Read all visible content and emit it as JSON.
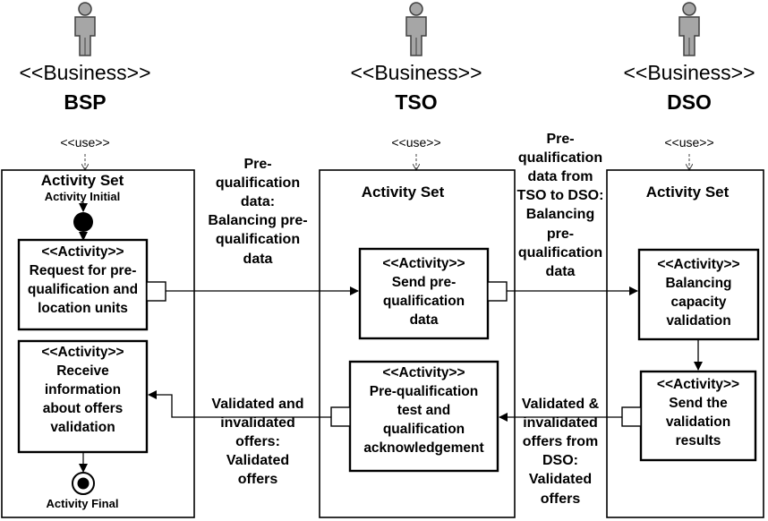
{
  "actors": [
    {
      "stereotype": "<<Business>>",
      "name": "BSP",
      "use": "<<use>>"
    },
    {
      "stereotype": "<<Business>>",
      "name": "TSO",
      "use": "<<use>>"
    },
    {
      "stereotype": "<<Business>>",
      "name": "DSO",
      "use": "<<use>>"
    }
  ],
  "sets": {
    "bsp": {
      "title": "Activity Set",
      "initial": "Activity Initial",
      "final": "Activity Final"
    },
    "tso": {
      "title": "Activity Set"
    },
    "dso": {
      "title": "Activity Set"
    }
  },
  "activities": {
    "request": "<<Activity>>\nRequest for pre-\nqualification and\nlocation units",
    "receive": "<<Activity>>\nReceive\ninformation\nabout offers\nvalidation",
    "send_pq": "<<Activity>>\nSend pre-\nqualification\ndata",
    "pq_test": "<<Activity>>\nPre-qualification\ntest and\nqualification\nacknowledgement",
    "balancing": "<<Activity>>\nBalancing\ncapacity\nvalidation",
    "send_results": "<<Activity>>\nSend the\nvalidation\nresults"
  },
  "flows": {
    "bsp_to_tso": "Pre-\nqualification\ndata:\nBalancing pre-\nqualification\ndata",
    "tso_to_dso": "Pre-\nqualification\ndata from\nTSO to DSO:\nBalancing\npre-\nqualification\ndata",
    "tso_to_bsp": "Validated and\ninvalidated\noffers:\nValidated\noffers",
    "dso_to_tso": "Validated &\ninvalidated\noffers from\nDSO:\nValidated\noffers"
  },
  "colors": {
    "actor_fill": "#a6a6a6",
    "actor_stroke": "#404040",
    "line": "#000000"
  }
}
